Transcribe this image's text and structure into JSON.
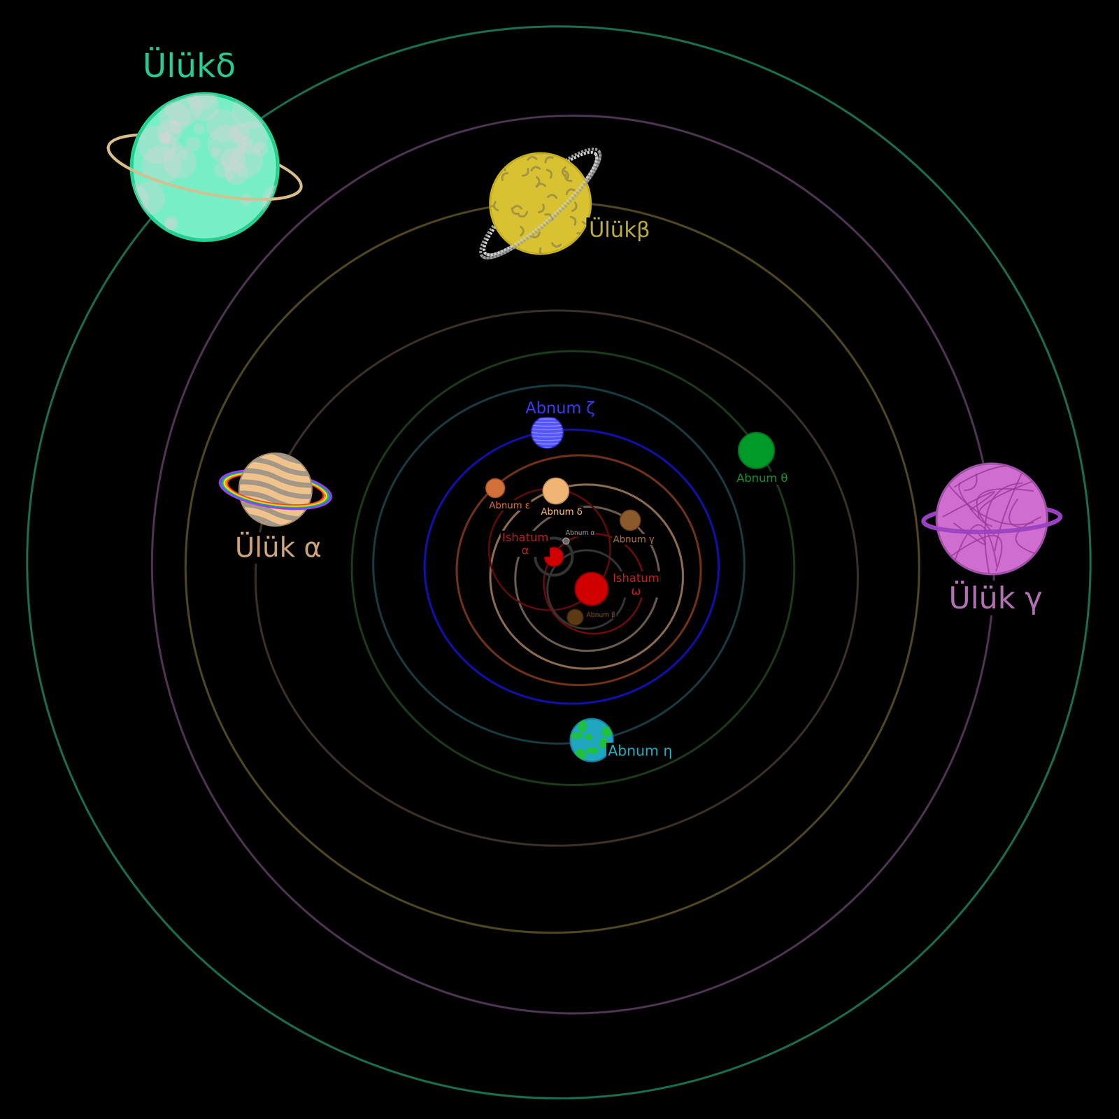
{
  "diagram": {
    "nodes": [
      {
        "text": [
          "Ülükδ"
        ]
      },
      {
        "text": [
          "Ülükβ"
        ]
      },
      {
        "text": [
          "Abnum ζ"
        ]
      },
      {
        "text": [
          "Abnum θ"
        ]
      },
      {
        "text": [
          "Ülük α"
        ]
      },
      {
        "text": [
          "Abnum ε"
        ]
      },
      {
        "text": [
          "Abnum δ"
        ]
      },
      {
        "text": [
          "Ülük γ"
        ]
      },
      {
        "text": [
          "Abnum γ"
        ]
      },
      {
        "text": [
          "Abnum α"
        ]
      },
      {
        "text": [
          "Ishatum α"
        ]
      },
      {
        "text": [
          "Ishatum ω"
        ]
      },
      {
        "text": [
          "Abnum β"
        ]
      },
      {
        "text": [
          "Abnum η"
        ]
      }
    ]
  }
}
